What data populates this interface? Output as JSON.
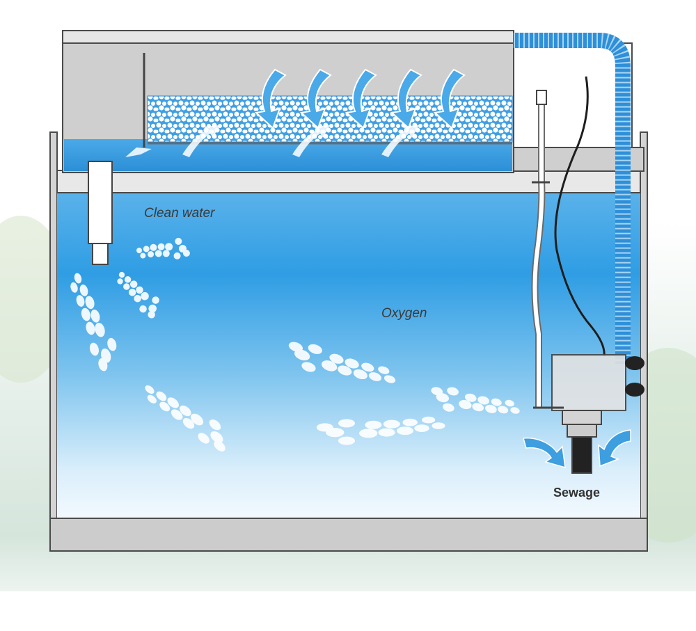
{
  "labels": {
    "clean_water": "Clean water",
    "oxygen": "Oxygen",
    "sewage": "Sewage"
  },
  "colors": {
    "water_top": "#7cc3ee",
    "water_mid": "#3ca4e6",
    "water_bottom": "#eef7fd",
    "frame": "#c9c9c9",
    "outline": "#4a4a4a",
    "hose": "#2f8fd8",
    "arrow_blue": "#3d9ee0"
  },
  "icons": {
    "intake_arrows": "curved-arrow-icon",
    "bubble_arrows": "bubble-arrow-icon"
  }
}
